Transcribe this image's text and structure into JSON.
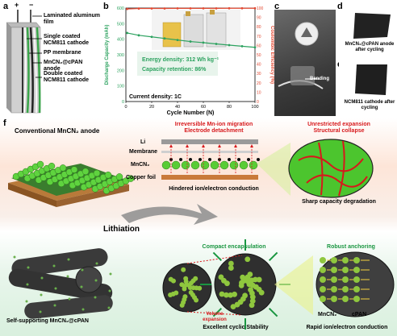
{
  "panels": {
    "a": "a",
    "b": "b",
    "c": "c",
    "d": "d",
    "e": "e",
    "f": "f"
  },
  "panel_a": {
    "polarity": [
      "+",
      "−"
    ],
    "labels": [
      "Laminated aluminum film",
      "Single coated NCM811 cathode",
      "PP membrane",
      "MnCN₂@cPAN anode",
      "Double coated NCM811 cathode"
    ]
  },
  "chart_data": {
    "type": "scatter",
    "xlabel": "Cycle Number (N)",
    "ylabel": "Discharge Capacity (mAh)",
    "y2label": "Coulombic Efficiency (%)",
    "xlim": [
      0,
      100
    ],
    "ylim": [
      0,
      600
    ],
    "y2lim": [
      0,
      100
    ],
    "xticks": [
      0,
      20,
      40,
      60,
      80,
      100
    ],
    "yticks": [
      0,
      100,
      200,
      300,
      400,
      500,
      600
    ],
    "y2ticks": [
      0,
      10,
      20,
      30,
      40,
      50,
      60,
      70,
      80,
      90,
      100
    ],
    "series": [
      {
        "axis": "y",
        "color": "#2ca25f",
        "x": [
          1,
          10,
          20,
          30,
          40,
          50,
          60,
          70,
          80,
          90,
          100
        ],
        "values": [
          440,
          425,
          415,
          405,
          395,
          385,
          378,
          370,
          362,
          355,
          348
        ]
      },
      {
        "axis": "y2",
        "color": "#e34a33",
        "x": [
          1,
          10,
          20,
          30,
          40,
          50,
          60,
          70,
          80,
          90,
          100
        ],
        "values": [
          99,
          99.5,
          99.6,
          99.6,
          99.7,
          99.7,
          99.7,
          99.7,
          99.8,
          99.8,
          99.8
        ]
      }
    ],
    "annotations": [
      "Energy density: 312 Wh kg⁻¹",
      "Capacity retention: 86%",
      "Current density: 1C"
    ]
  },
  "panel_c": {
    "bending": "Bending"
  },
  "panel_d": {
    "caption": "MnCN₂@cPAN anode after cycling"
  },
  "panel_e": {
    "caption": "NCM811 cathode after cycling"
  },
  "panel_f": {
    "conventional": "Conventional MnCN₂ anode",
    "issue1": "Irreversible Mn-ion migration",
    "issue1b": "Electrode detachment",
    "issue2": "Unrestricted expansion",
    "issue2b": "Structural collapse",
    "layer_li": "Li",
    "layer_mem": "Membrane",
    "layer_mn": "MnCN₂",
    "layer_cu": "Copper foil",
    "hindered": "Hindered ion/electron conduction",
    "sharp": "Sharp capacity degradation",
    "lithiation": "Lithiation",
    "compact": "Compact encapsulation",
    "robust": "Robust anchoring",
    "volume": "Volume expansion",
    "self": "Self-supporting MnCN₂@cPAN",
    "stability": "Excellent cyclic Stability",
    "rapid": "Rapid ion/electron conduction",
    "mn": "MnCN₂",
    "cpan": "cPAN"
  }
}
